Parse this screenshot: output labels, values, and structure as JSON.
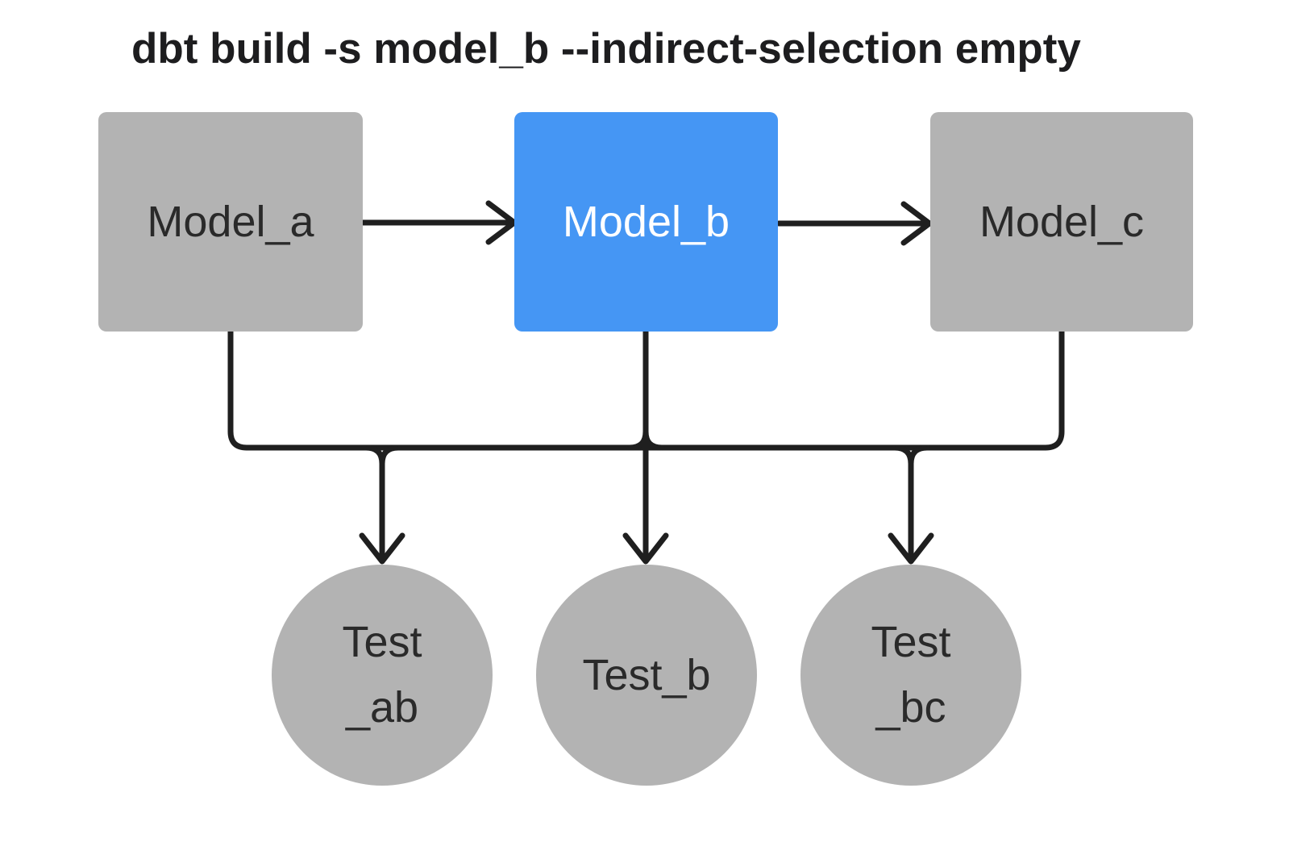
{
  "title": "dbt build -s model_b --indirect-selection empty",
  "colors": {
    "background": "#ffffff",
    "node_default": "#b3b3b3",
    "node_selected": "#4596f4",
    "edge": "#1f1f1f",
    "title_color": "#1d1d1f",
    "label_dark": "#2a2a2a",
    "label_light": "#ffffff"
  },
  "nodes": {
    "model_a": {
      "label": "Model_a",
      "shape": "rect",
      "state": "not-selected"
    },
    "model_b": {
      "label": "Model_b",
      "shape": "rect",
      "state": "selected"
    },
    "model_c": {
      "label": "Model_c",
      "shape": "rect",
      "state": "not-selected"
    },
    "test_ab": {
      "lines": [
        "Test",
        "_ab"
      ],
      "shape": "circle",
      "state": "not-selected"
    },
    "test_b": {
      "lines": [
        "Test_b"
      ],
      "shape": "circle",
      "state": "not-selected"
    },
    "test_bc": {
      "lines": [
        "Test",
        "_bc"
      ],
      "shape": "circle",
      "state": "not-selected"
    }
  },
  "edges": [
    {
      "from": "model_a",
      "to": "model_b",
      "style": "arrow"
    },
    {
      "from": "model_b",
      "to": "model_c",
      "style": "arrow"
    }
  ],
  "test_rail": {
    "joins": [
      "model_a",
      "model_b",
      "model_c"
    ],
    "feeds": [
      "test_ab",
      "test_b",
      "test_bc"
    ],
    "style": "merged rail with arrows into each test"
  }
}
